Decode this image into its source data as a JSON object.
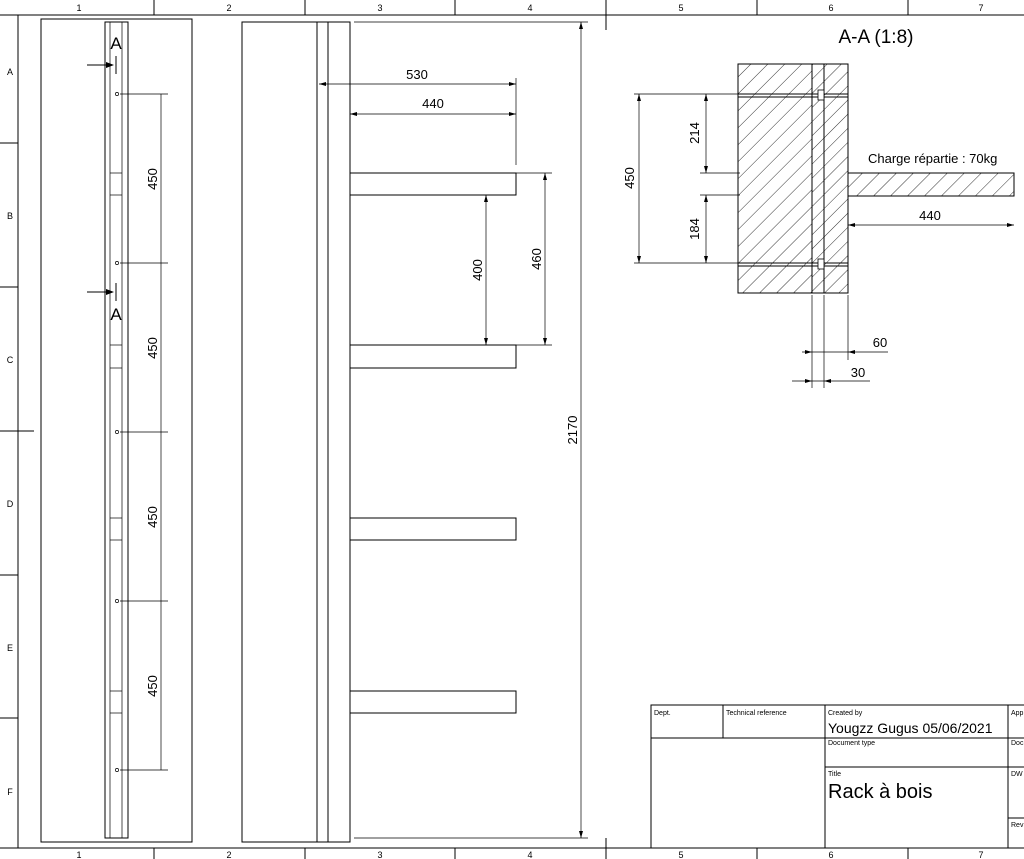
{
  "sheet": {
    "columns": [
      "1",
      "2",
      "3",
      "4",
      "5",
      "6",
      "7"
    ],
    "rows": [
      "A",
      "B",
      "C",
      "D",
      "E",
      "F"
    ]
  },
  "front_view": {
    "section_marker": "A",
    "spacing_dims": [
      "450",
      "450",
      "450",
      "450"
    ]
  },
  "side_view": {
    "dims": {
      "overall_depth": "530",
      "shelf_length": "440",
      "shelf_gap_inner": "400",
      "shelf_gap_outer": "460",
      "total_height": "2170"
    }
  },
  "section_view": {
    "title": "A-A (1:8)",
    "load_label": "Charge répartie : 70kg",
    "dims": {
      "spacing": "450",
      "upper": "214",
      "lower": "184",
      "shelf_length": "440",
      "width_60": "60",
      "width_30": "30"
    }
  },
  "title_block": {
    "dept_label": "Dept.",
    "tech_ref_label": "Technical reference",
    "created_by_label": "Created by",
    "created_by_value": "Yougzz Gugus  05/06/2021",
    "doc_type_label": "Document type",
    "title_label": "Title",
    "title_value": "Rack à bois",
    "approved_label": "App",
    "doc_status_label": "Doc",
    "dwg_label": "DW",
    "rev_label": "Rev"
  }
}
